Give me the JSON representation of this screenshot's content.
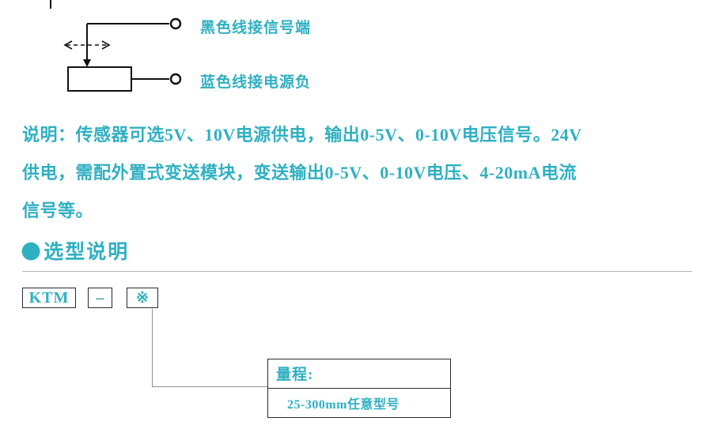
{
  "colors": {
    "accent": "#2fb0c1",
    "diagram_line": "#111111",
    "connector_line": "#8f8f8f",
    "rule": "#b5b5b5"
  },
  "wiring_diagram": {
    "label_black_wire": "黑色线接信号端",
    "label_blue_wire": "蓝色线接电源负",
    "icons": [
      "terminal-circle-icon",
      "potentiometer-body",
      "wiper-arrow-icon",
      "travel-range-arrow-icon"
    ]
  },
  "description": {
    "line1": "说明：传感器可选5V、10V电源供电，输出0-5V、0-10V电压信号。24V",
    "line2": "供电，需配外置式变送模块，变送输出0-5V、0-10V电压、4-20mA电流",
    "line3": "信号等。"
  },
  "section": {
    "bullet": "●",
    "title": "选型说明"
  },
  "model_code": {
    "prefix": "KTM",
    "separator": "–",
    "wildcard": "※"
  },
  "range_box": {
    "title": "量程:",
    "value": "25-300mm任意型号"
  }
}
